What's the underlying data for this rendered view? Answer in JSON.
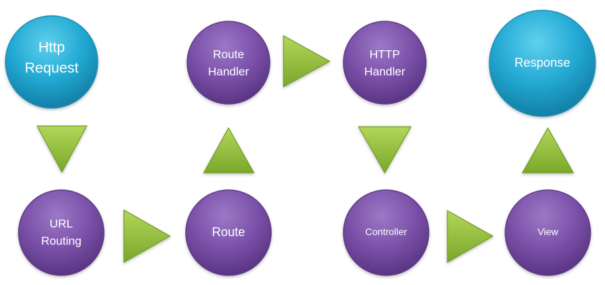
{
  "nodes": {
    "http_request": {
      "lines": [
        "Http",
        "Request"
      ],
      "color": "#2bb3d8"
    },
    "route_handler": {
      "lines": [
        "Route",
        "Handler"
      ],
      "color": "#7e56aa"
    },
    "http_handler": {
      "lines": [
        "HTTP",
        "Handler"
      ],
      "color": "#7e56aa"
    },
    "response": {
      "lines": [
        "Response"
      ],
      "color": "#2bb3d8"
    },
    "url_routing": {
      "lines": [
        "URL",
        "Routing"
      ],
      "color": "#7e56aa"
    },
    "route": {
      "lines": [
        "Route"
      ],
      "color": "#7e56aa"
    },
    "controller": {
      "lines": [
        "Controller"
      ],
      "color": "#7e56aa"
    },
    "view": {
      "lines": [
        "View"
      ],
      "color": "#7e56aa"
    }
  },
  "arrows": {
    "color": "#8fbd35",
    "items": [
      {
        "id": "request-to-url-routing",
        "direction": "down"
      },
      {
        "id": "url-routing-to-route",
        "direction": "right"
      },
      {
        "id": "route-to-route-handler",
        "direction": "up"
      },
      {
        "id": "route-handler-to-http-handler",
        "direction": "right"
      },
      {
        "id": "http-handler-to-controller",
        "direction": "down"
      },
      {
        "id": "controller-to-view",
        "direction": "right"
      },
      {
        "id": "view-to-response",
        "direction": "up"
      }
    ]
  }
}
